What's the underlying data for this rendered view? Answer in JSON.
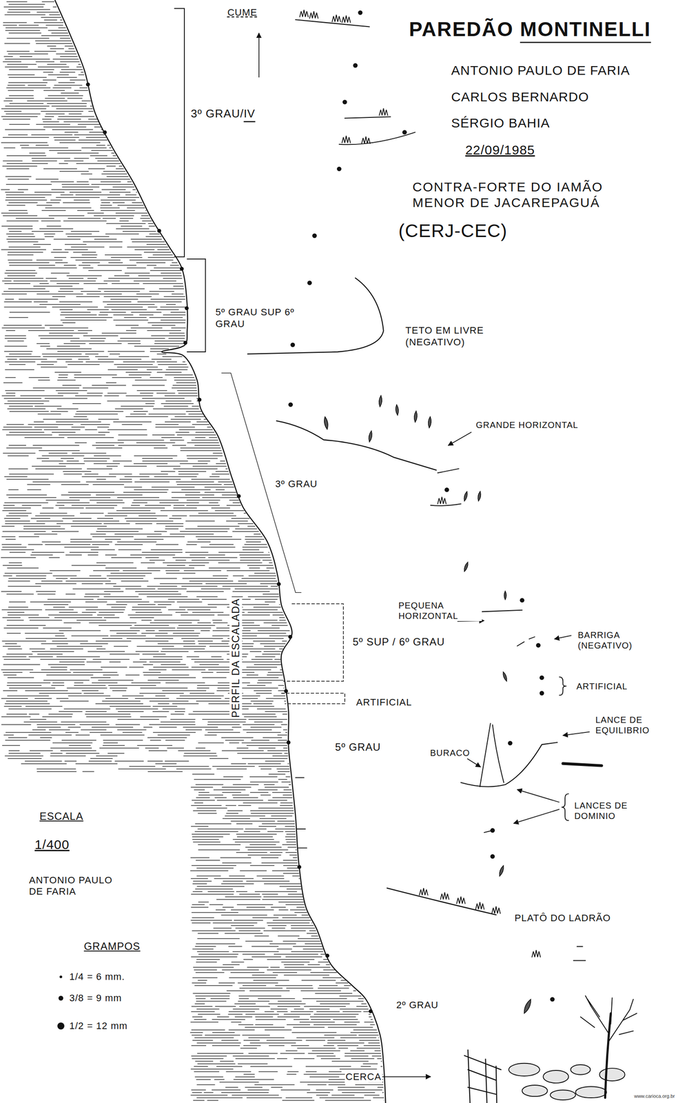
{
  "diagram": {
    "title": "PAREDÃO MONTINELLI",
    "labels": [
      "CUME",
      "ANTONIO PAULO DE FARIA",
      "CARLOS BERNARDO",
      "SÉRGIO BAHIA",
      "22/09/1985",
      "CONTRA-FORTE DO IAMÃO MENOR DE JACAREPAGUÁ",
      "(CERJ-CEC)",
      "3º GRAU/IV",
      "5º GRAU SUP 6º GRAU",
      "TETO EM LIVRE (NEGATIVO)",
      "GRANDE HORIZONTAL",
      "3º GRAU",
      "PEQUENA HORIZONTAL",
      "5º SUP / 6º GRAU",
      "BARRIGA (NEGATIVO)",
      "ARTIFICIAL",
      "ARTIFICIAL",
      "LANCE DE EQUILIBRIO",
      "5º GRAU",
      "BURACO",
      "LANCES DE DOMINIO",
      "PLATÔ DO LADRÃO",
      "2º GRAU",
      "CERCA",
      "PERFIL DA ESCALADA",
      "ESCALA",
      "1/400",
      "ANTONIO PAULO DE FARIA",
      "GRAMPOS",
      "www.carioca.org.br"
    ],
    "legend": [
      {
        "text": "1/4 = 6 mm."
      },
      {
        "text": "3/8 = 9 mm"
      },
      {
        "text": "1/2 = 12 mm"
      }
    ]
  }
}
